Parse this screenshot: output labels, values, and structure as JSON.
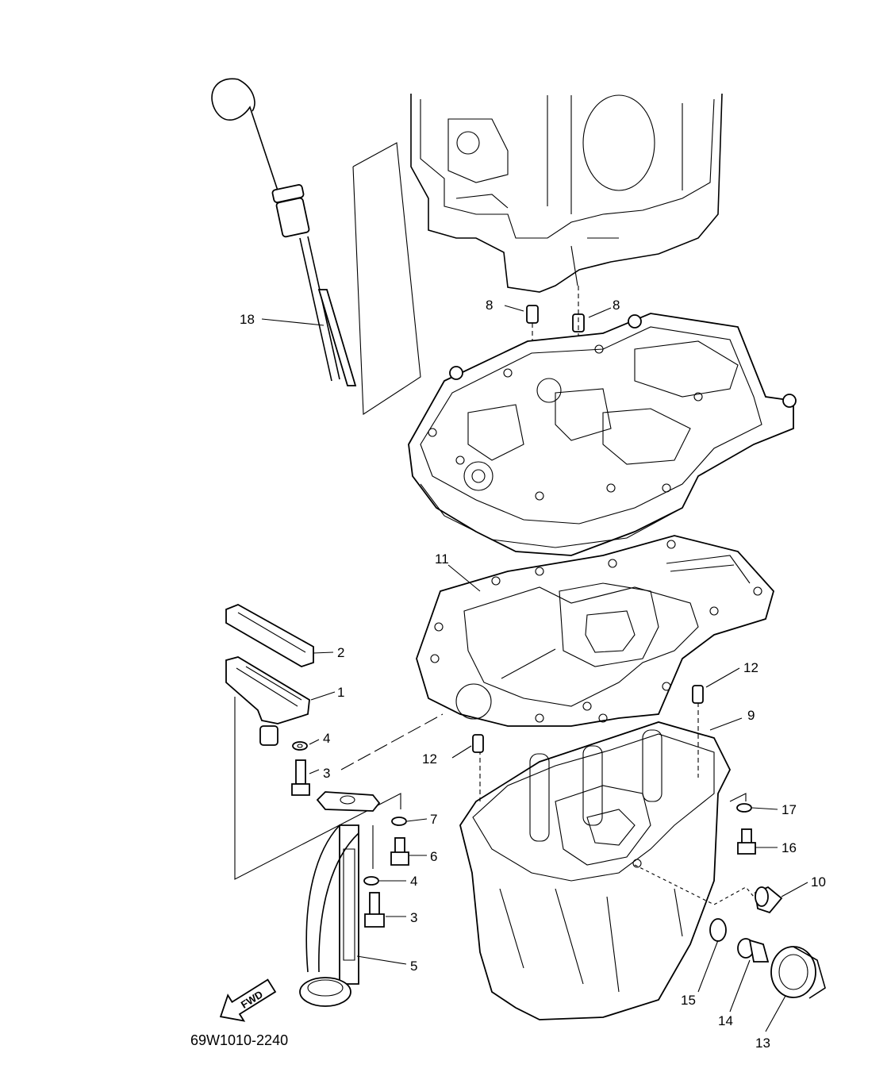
{
  "diagram": {
    "part_number": "69W1010-2240",
    "fwd_label": "FWD",
    "callouts": {
      "c1": "1",
      "c2": "2",
      "c3a": "3",
      "c3b": "3",
      "c4a": "4",
      "c4b": "4",
      "c5": "5",
      "c6": "6",
      "c7": "7",
      "c8a": "8",
      "c8b": "8",
      "c9": "9",
      "c10": "10",
      "c11": "11",
      "c12a": "12",
      "c12b": "12",
      "c13": "13",
      "c14": "14",
      "c15": "15",
      "c16": "16",
      "c17": "17",
      "c18": "18"
    }
  }
}
